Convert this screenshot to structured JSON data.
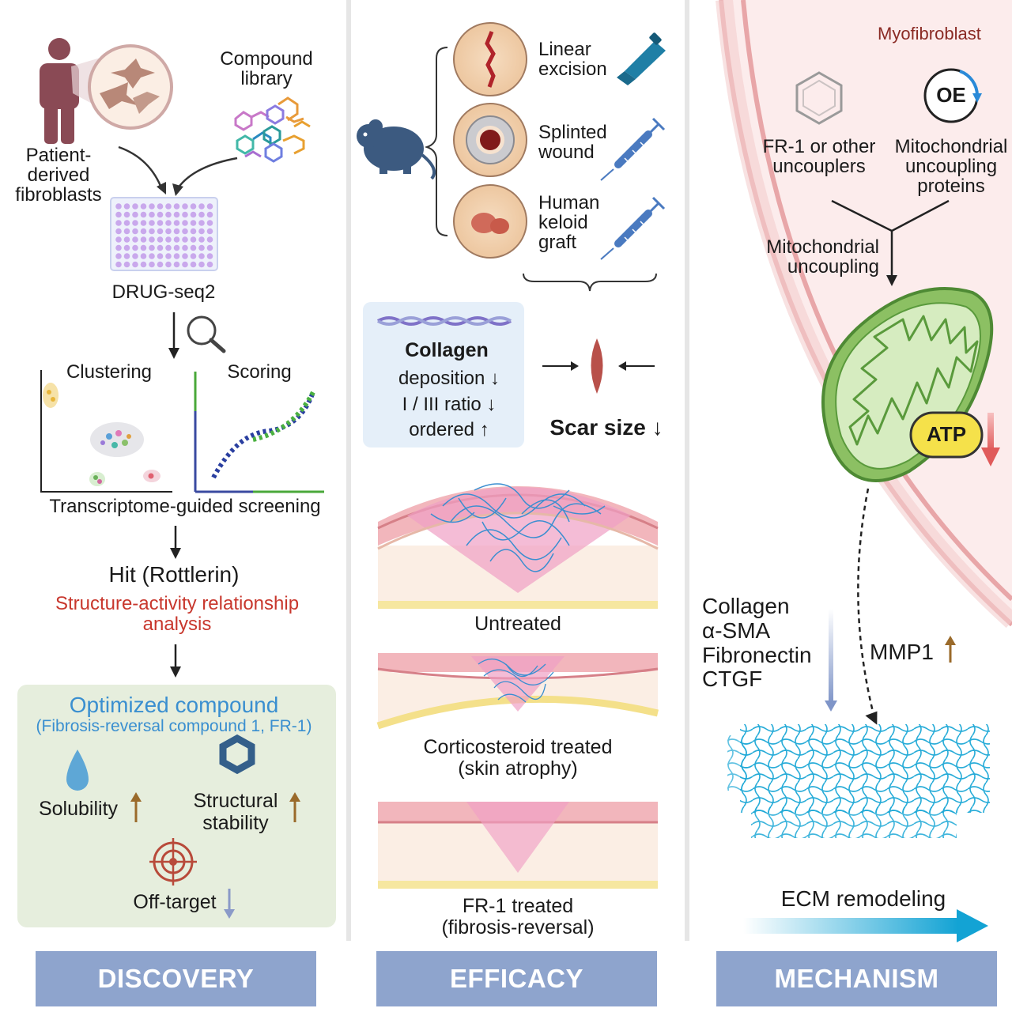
{
  "discovery": {
    "patient_label": [
      "Patient-",
      "derived",
      "fibroblasts"
    ],
    "library_label": [
      "Compound",
      "library"
    ],
    "assay": "DRUG-seq2",
    "clustering": "Clustering",
    "scoring": "Scoring",
    "screening": "Transcriptome-guided screening",
    "hit": "Hit (Rottlerin)",
    "sar": [
      "Structure-activity relationship",
      "analysis"
    ],
    "optimized_title": "Optimized compound",
    "optimized_subtitle": "(Fibrosis-reversal compound 1, FR-1)",
    "solubility": "Solubility",
    "structural": [
      "Structural",
      "stability"
    ],
    "off_target": "Off-target"
  },
  "efficacy": {
    "models": [
      {
        "label": [
          "Linear",
          "excision"
        ]
      },
      {
        "label": [
          "Splinted",
          "wound"
        ]
      },
      {
        "label": [
          "Human",
          "keloid",
          "graft"
        ]
      }
    ],
    "collagen_title": "Collagen",
    "collagen_lines": [
      "deposition ↓",
      "I / III ratio ↓",
      "ordered ↑"
    ],
    "scar": "Scar size ↓",
    "untreated": "Untreated",
    "corticosteroid": [
      "Corticosteroid treated",
      "(skin atrophy)"
    ],
    "fr1": [
      "FR-1 treated",
      "(fibrosis-reversal)"
    ]
  },
  "mechanism": {
    "cell": "Myofibroblast",
    "oe_badge": "OE",
    "fr1_label": [
      "FR-1 or other",
      "uncouplers"
    ],
    "proteins_label": [
      "Mitochondrial",
      "uncoupling",
      "proteins"
    ],
    "uncoupling": [
      "Mitochondrial",
      "uncoupling"
    ],
    "atp": "ATP",
    "markers": [
      "Collagen",
      "α-SMA",
      "Fibronectin",
      "CTGF"
    ],
    "mmp": "MMP1",
    "ecm": "ECM remodeling"
  },
  "footer": {
    "discovery": "DISCOVERY",
    "efficacy": "EFFICACY",
    "mechanism": "MECHANISM"
  },
  "colors": {
    "footer": "#8ea4cd",
    "highlight_red": "#c8372d",
    "compound_blue": "#3a8fd0",
    "panel_green": "#e6eedd",
    "collagen_box": "#e5eff9",
    "mito_green": "#8cc063",
    "atp_yellow": "#f5e14a",
    "ecm_cyan": "#1eb0d8"
  }
}
